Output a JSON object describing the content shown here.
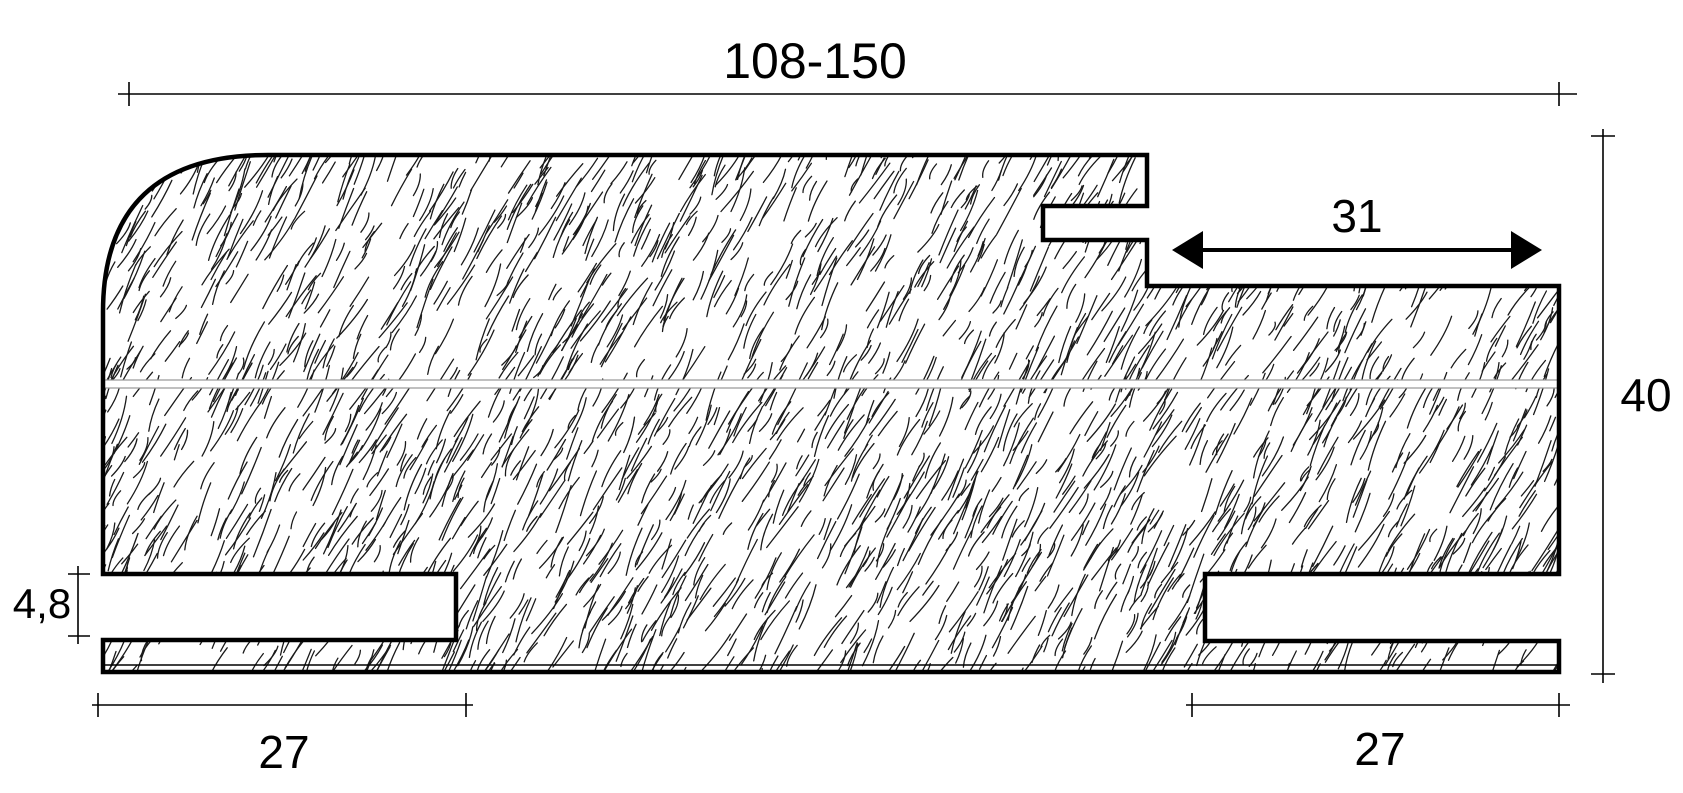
{
  "diagram": {
    "title": "",
    "colors": {
      "ink": "#000000",
      "background": "#ffffff",
      "glue_line": "#ffffff"
    },
    "dimensions": {
      "overall_width": "108-150",
      "height": "40",
      "rebate_width": "31",
      "groove_height": "4,8",
      "left_groove_depth": "27",
      "right_groove_depth": "27"
    }
  }
}
